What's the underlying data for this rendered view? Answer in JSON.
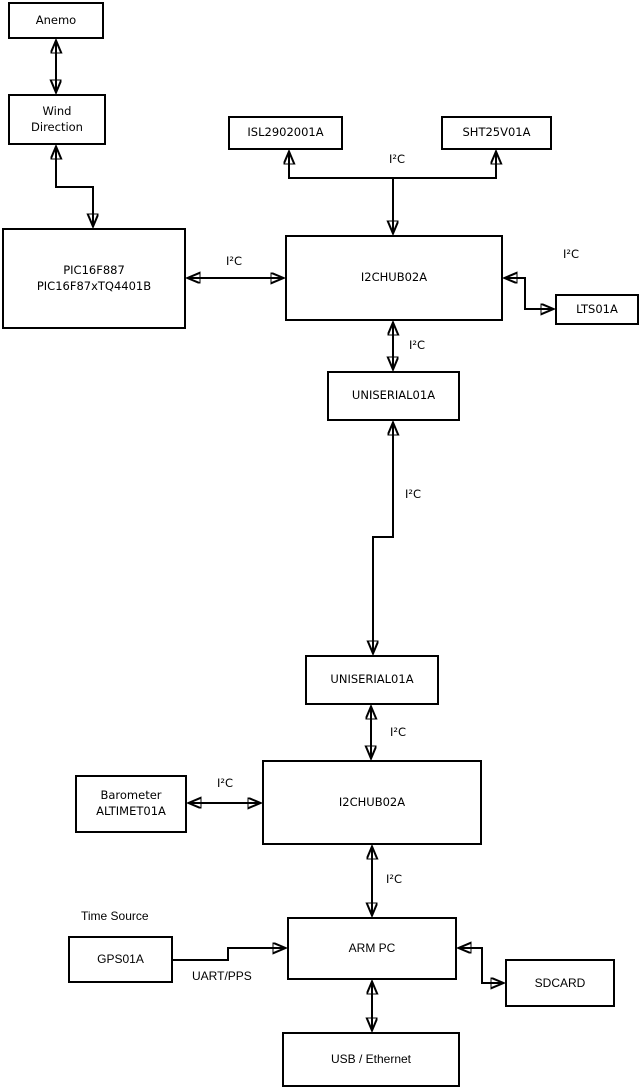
{
  "colors": {
    "line": "#000000",
    "box_fill": "#ffffff",
    "background": "#ffffff",
    "text": "#000000"
  },
  "nodes": {
    "anemo": {
      "label": "Anemo"
    },
    "wind_direction": {
      "line1": "Wind",
      "line2": "Direction"
    },
    "pic": {
      "line1": "PIC16F887",
      "line2": "PIC16F87xTQ4401B"
    },
    "isl": {
      "label": "ISL2902001A"
    },
    "sht": {
      "label": "SHT25V01A"
    },
    "i2c_hub_1": {
      "label": "I2CHUB02A"
    },
    "lts": {
      "label": "LTS01A"
    },
    "uniserial_1": {
      "label": "UNISERIAL01A"
    },
    "uniserial_2": {
      "label": "UNISERIAL01A"
    },
    "i2c_hub_2": {
      "label": "I2CHUB02A"
    },
    "barometer": {
      "line1": "Barometer",
      "line2": "ALTIMET01A"
    },
    "gps": {
      "label": "GPS01A"
    },
    "arm_pc": {
      "label": "ARM PC"
    },
    "sdcard": {
      "label": "SDCARD"
    },
    "usb_ethernet": {
      "label": "USB / Ethernet"
    }
  },
  "edge_labels": {
    "i2c": "I²C",
    "time_source": "Time Source",
    "uart_pps": "UART/PPS"
  }
}
